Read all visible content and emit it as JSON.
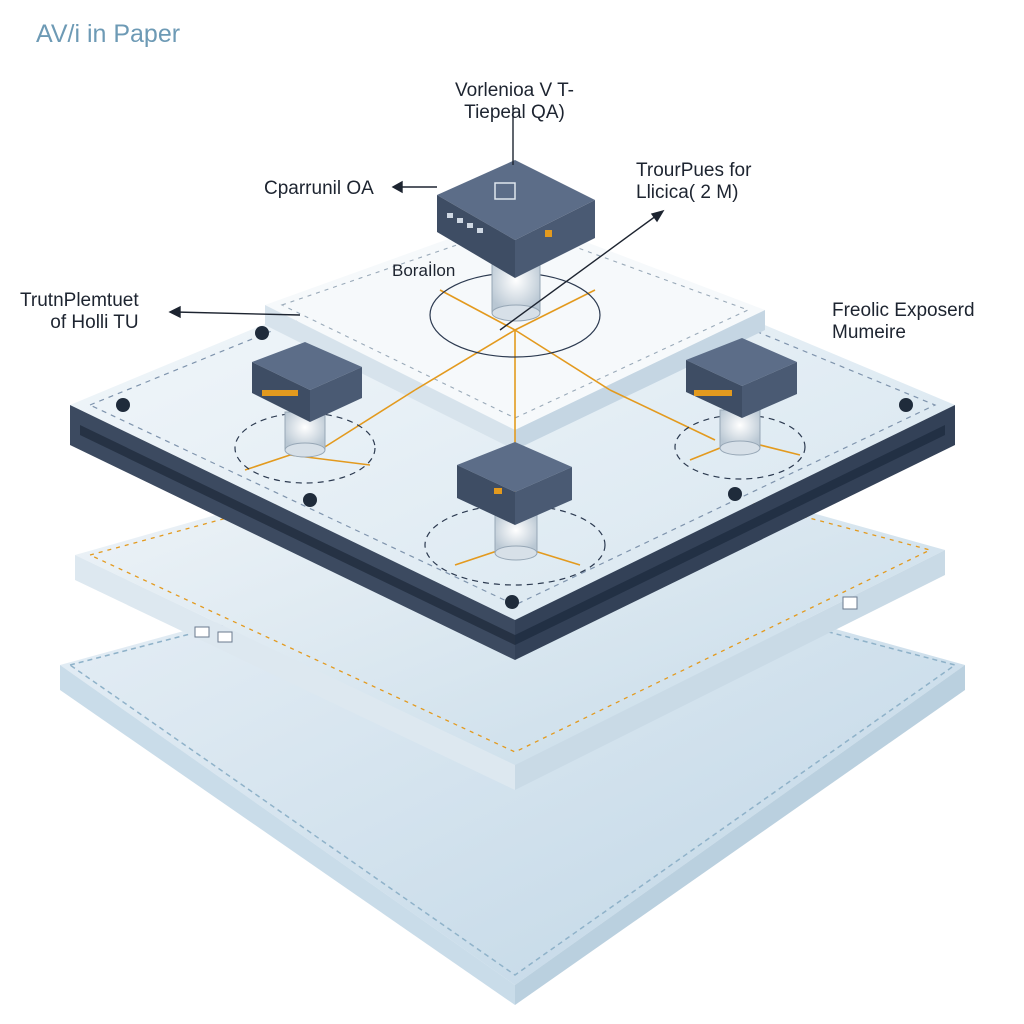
{
  "header": {
    "brand": "AV/i in Paper"
  },
  "labels": {
    "top_center": [
      "Vorlenioa V T-",
      "Tiepeal QA)"
    ],
    "upper_left": "Cparrunil OA",
    "upper_right": [
      "TrourPues for",
      "Llicica( 2 M)"
    ],
    "center": "Boraİlon",
    "left": [
      "TrutnPlemtuet",
      "of Holli TU"
    ],
    "right": [
      "Freolic Exposerd",
      "Mumeire"
    ]
  },
  "colors": {
    "plate_light": "#e8f0f6",
    "plate_edge": "#3c4a60",
    "device_body": "#4a5a73",
    "device_top": "#5c6d88",
    "accent": "#e39a1e",
    "glass": "#cfe1ee",
    "brand": "#6d9ab5"
  },
  "icons": [
    "device-logo-icon",
    "port-icon",
    "status-led-icon"
  ]
}
